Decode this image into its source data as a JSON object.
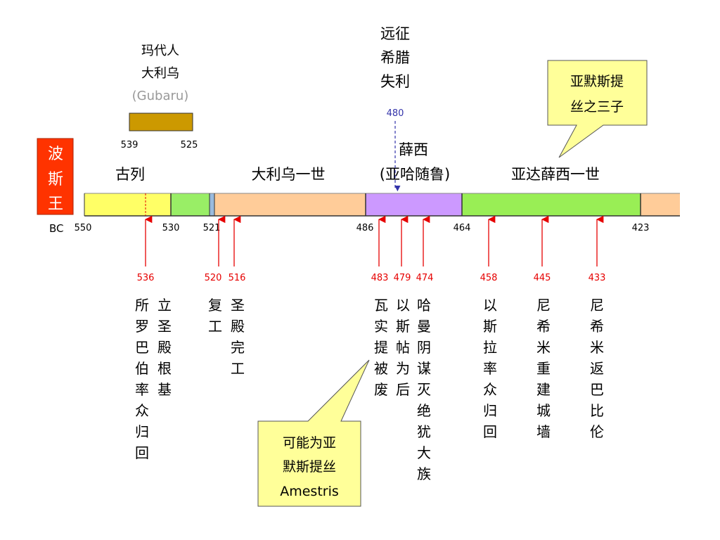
{
  "colors": {
    "persia_box": "#ff3300",
    "cyrus": "#ffff66",
    "cambyses": "#99ee66",
    "gaumata": "#99bbdd",
    "darius": "#ffcc99",
    "xerxes": "#cc99ff",
    "artaxerxes": "#99ee55",
    "gubaru_bar": "#cc9900",
    "event_red": "#e60000",
    "blue_line": "#3333aa",
    "callout_fill": "#ffff99"
  },
  "persian_kings_label": [
    "波",
    "斯",
    "王"
  ],
  "bc_label": "BC",
  "kings": {
    "cyrus": "古列",
    "darius": "大利乌一世",
    "xerxes": [
      "薛西",
      "(亚哈随鲁)"
    ],
    "artaxerxes": "亚达薛西一世"
  },
  "top_years": [
    "550",
    "530",
    "521",
    "486",
    "464",
    "423"
  ],
  "darius_mede": {
    "lines": [
      "玛代人",
      "大利乌"
    ],
    "note": "(Gubaru)",
    "start": "539",
    "end": "525"
  },
  "greece_expedition": {
    "lines": [
      "远征",
      "希腊",
      "失利"
    ],
    "year": "480"
  },
  "events": [
    {
      "year": "536",
      "columns": [
        "所罗巴伯率众归回",
        "立圣殿根基"
      ]
    },
    {
      "year": "520",
      "columns": [
        "复工"
      ]
    },
    {
      "year": "516",
      "columns": [
        "圣殿完工"
      ]
    },
    {
      "year": "483",
      "columns": [
        "瓦实提被废"
      ]
    },
    {
      "year": "479",
      "columns": [
        "以斯帖为后"
      ]
    },
    {
      "year": "474",
      "columns": [
        "哈曼阴谋灭绝犹大族"
      ]
    },
    {
      "year": "458",
      "columns": [
        "以斯拉率众归回"
      ]
    },
    {
      "year": "445",
      "columns": [
        "尼希米重建城墙"
      ]
    },
    {
      "year": "433",
      "columns": [
        "尼希米返巴比伦"
      ]
    }
  ],
  "callouts": {
    "three_sons": [
      "亚默斯提",
      "丝之三子"
    ],
    "amestris": [
      "可能为亚",
      "默斯提丝",
      "Amestris"
    ]
  }
}
